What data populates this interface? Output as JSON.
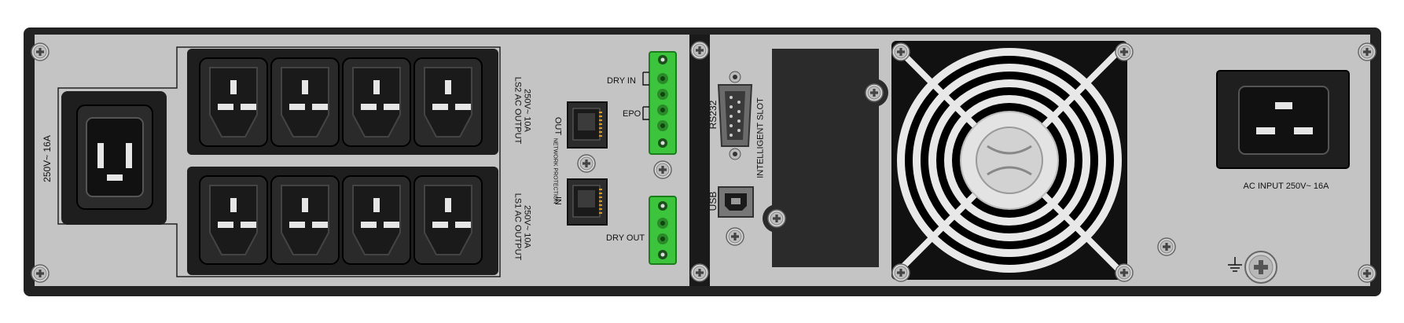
{
  "labels": {
    "outlet_16a_rating": "250V~ 16A",
    "ls2_title": "LS2 AC OUTPUT",
    "ls2_rating": "250V~ 10A",
    "ls1_title": "LS1 AC OUTPUT",
    "ls1_rating": "250V~ 10A",
    "network_protection": "NETWORK PROTECTION",
    "net_out": "OUT",
    "net_in": "IN",
    "dry_in": "DRY IN",
    "epo": "EPO",
    "dry_out": "DRY OUT",
    "rs232": "RS232",
    "usb": "USB",
    "intelligent_slot": "INTELLIGENT SLOT",
    "ac_input": "AC INPUT 250V~ 16A"
  },
  "icons": [
    "screw-icon",
    "ground-symbol-icon",
    "iec-c19-outlet-icon",
    "iec-c13-outlet-icon",
    "iec-c20-inlet-icon",
    "rj45-port-icon",
    "db9-port-icon",
    "usb-b-port-icon",
    "fan-grille-icon",
    "terminal-block-icon"
  ],
  "colors": {
    "chassis": "#c4c4c4",
    "frame": "#2a2a2a",
    "terminal_green": "#3cc43c",
    "outlet": "#1e1e1e"
  }
}
